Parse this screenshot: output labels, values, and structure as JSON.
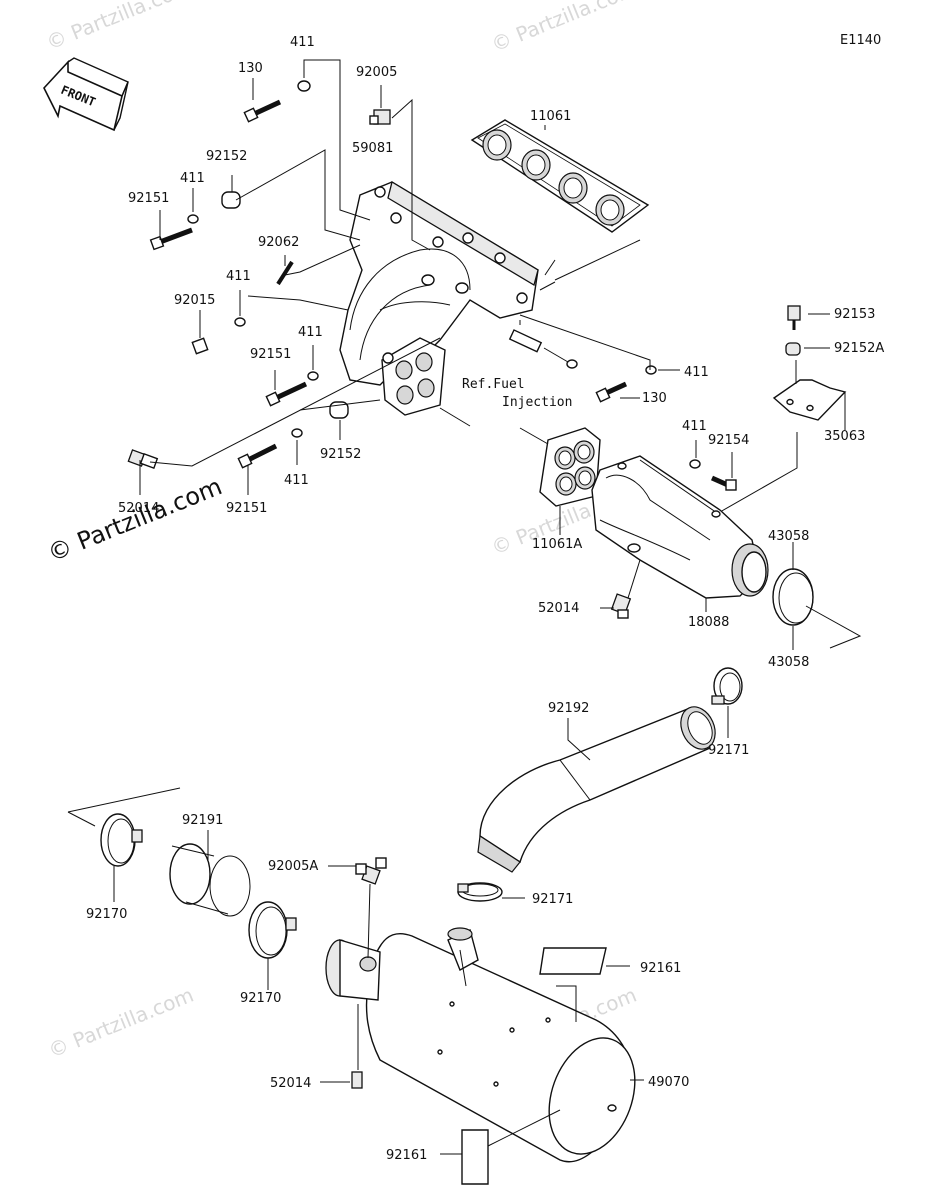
{
  "diagram_code": "E1140",
  "front_label": "FRONT",
  "brand_watermark": "© Partzilla.com",
  "ref_note": {
    "line1": "Ref.Fuel",
    "line2": "Injection"
  },
  "labels": {
    "p130_top": "130",
    "p411_top": "411",
    "p92005": "92005",
    "p11061": "11061",
    "p92152_top": "92152",
    "p59081": "59081",
    "p411_b": "411",
    "p92151_a": "92151",
    "p92062": "92062",
    "p411_c": "411",
    "p92015": "92015",
    "p411_d": "411",
    "p92151_b": "92151",
    "p92153": "92153",
    "p92152A": "92152A",
    "p411_right": "411",
    "p130_right": "130",
    "p35063": "35063",
    "p411_e": "411",
    "p92154": "92154",
    "p92152_mid": "92152",
    "p411_f": "411",
    "p92151_c": "92151",
    "p52014_left": "52014",
    "p11061A": "11061A",
    "p43058_a": "43058",
    "p43058_b": "43058",
    "p52014_mid": "52014",
    "p18088": "18088",
    "p92192": "92192",
    "p92171_a": "92171",
    "p92191": "92191",
    "p92005A": "92005A",
    "p92171_b": "92171",
    "p92170_a": "92170",
    "p92170_b": "92170",
    "p92161_a": "92161",
    "p52014_bottom": "52014",
    "p49070": "49070",
    "p92161_b": "92161"
  }
}
